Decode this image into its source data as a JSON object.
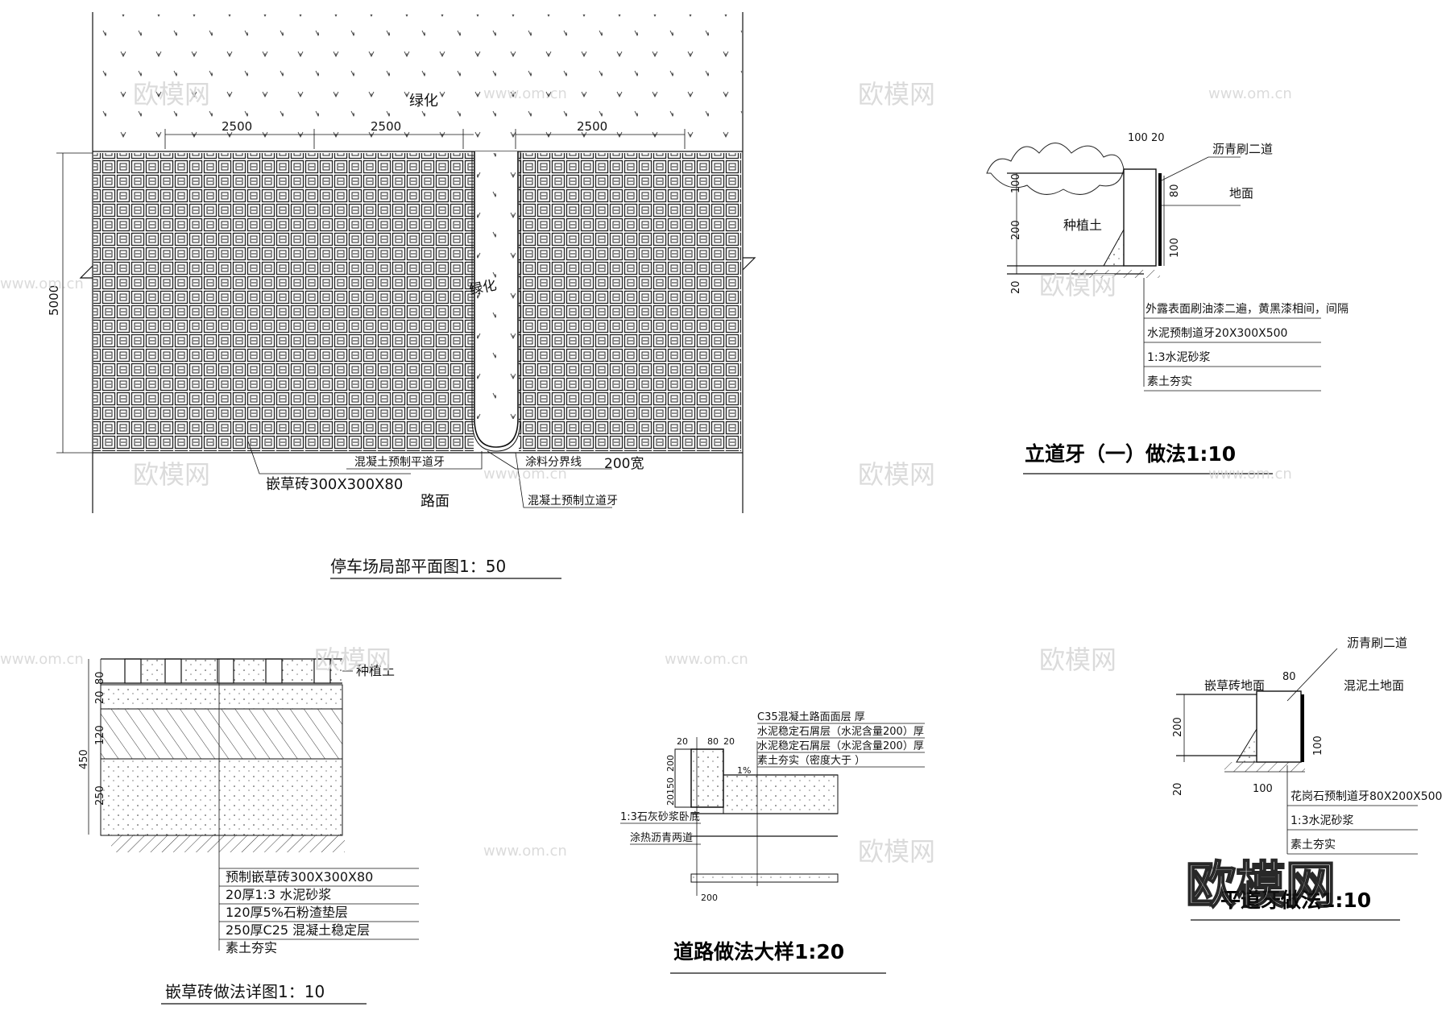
{
  "plan": {
    "title": "停车场局部平面图1：50",
    "green_label": "绿化",
    "green_label_strip": "绿化",
    "dims": [
      "2500",
      "2500",
      "2500",
      "5000"
    ],
    "callouts": {
      "flat_curb": "混凝土预制平道牙",
      "paint_line": "涂料分界线",
      "paint_width": "200宽",
      "grass_brick": "嵌草砖300X300X80",
      "road": "路面",
      "vertical_curb": "混凝土预制立道牙"
    }
  },
  "curb1": {
    "title": "立道牙（一）做法1:10",
    "dims_top": "100 20",
    "dims_left": [
      "100",
      "200",
      "20"
    ],
    "dims_right": [
      "80",
      "100"
    ],
    "labels": {
      "asphalt": "沥青刷二道",
      "ground": "地面",
      "soil": "种植土"
    },
    "layers": [
      "外露表面刷油漆二遍，黄黑漆相间，间隔",
      "水泥预制道牙20X300X500",
      "1:3水泥砂浆",
      "素土夯实"
    ]
  },
  "grass": {
    "title": "嵌草砖做法详图1：10",
    "top_label": "种植土",
    "dims": [
      "20",
      "80",
      "120",
      "250",
      "450"
    ],
    "layers": [
      "预制嵌草砖300X300X80",
      "20厚1:3  水泥砂浆",
      "120厚5%石粉渣垫层",
      "250厚C25 混凝土稳定层",
      "素土夯实"
    ]
  },
  "road": {
    "title": "道路做法大样1:20",
    "layers": [
      "C35混凝土路面面层      厚",
      "水泥稳定石屑层（水泥含量200）厚",
      "水泥稳定石屑层（水泥含量200）厚",
      "素土夯实（密度大于      ）"
    ],
    "dims": [
      "20",
      "80",
      "20",
      "200",
      "20150",
      "200"
    ],
    "slope": "1%",
    "notes": [
      "1:3石灰砂浆卧底",
      "涂热沥青两道"
    ]
  },
  "curb2": {
    "title": "平道牙做法1:10",
    "dims": [
      "80",
      "200",
      "100",
      "100",
      "20"
    ],
    "labels": {
      "asphalt": "沥青刷二道",
      "grass_ground": "嵌草砖地面",
      "concrete_ground": "混泥土地面"
    },
    "layers": [
      "花岗石预制道牙80X200X500",
      "1:3水泥砂浆",
      "素土夯实"
    ]
  },
  "watermarks": {
    "brand": "欧模网",
    "url": "www.om.cn",
    "logo": "欧模网"
  }
}
